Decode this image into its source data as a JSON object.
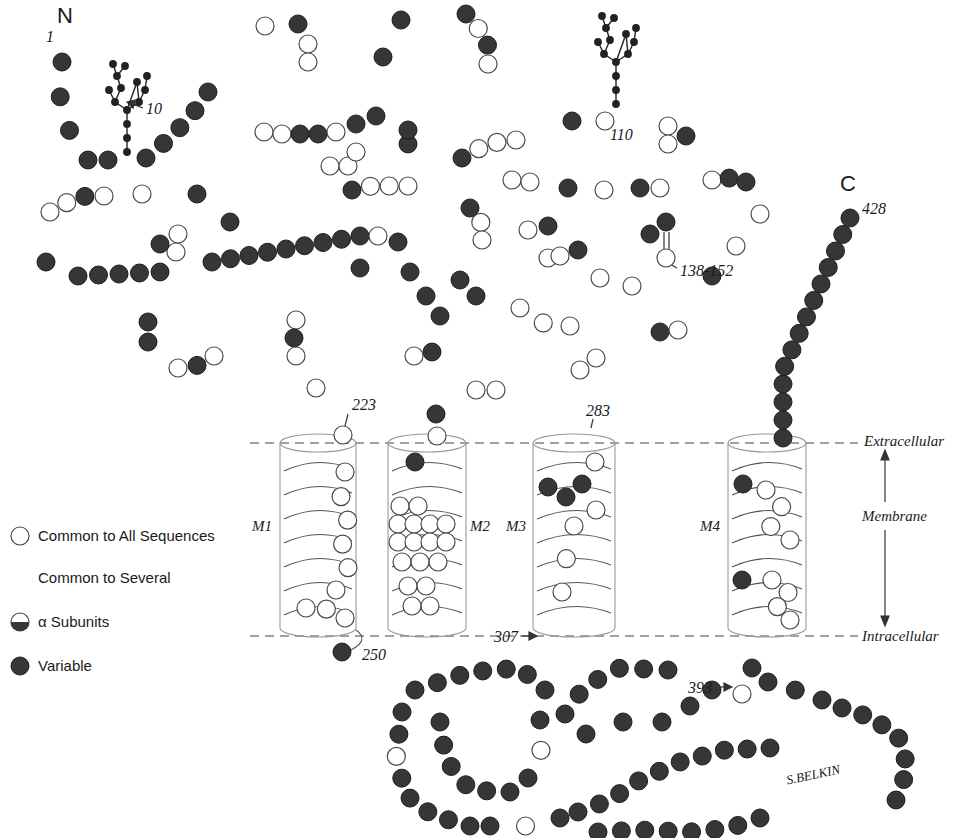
{
  "diagram": {
    "labels": [
      "N",
      "1",
      "10",
      "110",
      "138-152",
      "C",
      "428",
      "223",
      "283",
      "250",
      "307",
      "393",
      "M1",
      "M2",
      "M3",
      "M4",
      "Extracellular",
      "Membrane",
      "Intracellular",
      "S.BELKIN"
    ],
    "legend": [
      {
        "text": "Common to All Sequences"
      },
      {
        "text": "Common to Several"
      },
      {
        "text": "α Subunits"
      },
      {
        "text": "Variable"
      }
    ]
  }
}
